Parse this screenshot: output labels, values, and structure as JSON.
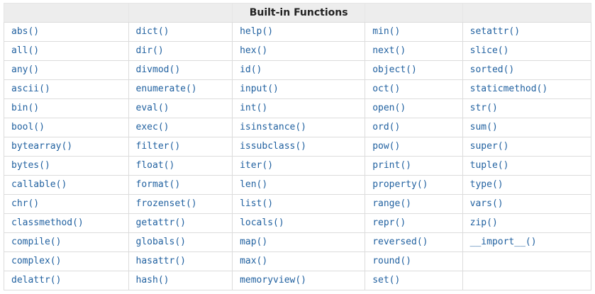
{
  "table": {
    "title": "Built-in Functions",
    "colors": {
      "link": "#2161a0",
      "header_bg": "#ededed",
      "border": "#dcdcdc"
    },
    "header_cells": [
      "",
      "",
      "Built-in Functions",
      "",
      ""
    ],
    "rows": [
      [
        "abs()",
        "dict()",
        "help()",
        "min()",
        "setattr()"
      ],
      [
        "all()",
        "dir()",
        "hex()",
        "next()",
        "slice()"
      ],
      [
        "any()",
        "divmod()",
        "id()",
        "object()",
        "sorted()"
      ],
      [
        "ascii()",
        "enumerate()",
        "input()",
        "oct()",
        "staticmethod()"
      ],
      [
        "bin()",
        "eval()",
        "int()",
        "open()",
        "str()"
      ],
      [
        "bool()",
        "exec()",
        "isinstance()",
        "ord()",
        "sum()"
      ],
      [
        "bytearray()",
        "filter()",
        "issubclass()",
        "pow()",
        "super()"
      ],
      [
        "bytes()",
        "float()",
        "iter()",
        "print()",
        "tuple()"
      ],
      [
        "callable()",
        "format()",
        "len()",
        "property()",
        "type()"
      ],
      [
        "chr()",
        "frozenset()",
        "list()",
        "range()",
        "vars()"
      ],
      [
        "classmethod()",
        "getattr()",
        "locals()",
        "repr()",
        "zip()"
      ],
      [
        "compile()",
        "globals()",
        "map()",
        "reversed()",
        "__import__()"
      ],
      [
        "complex()",
        "hasattr()",
        "max()",
        "round()",
        ""
      ],
      [
        "delattr()",
        "hash()",
        "memoryview()",
        "set()",
        ""
      ]
    ]
  }
}
